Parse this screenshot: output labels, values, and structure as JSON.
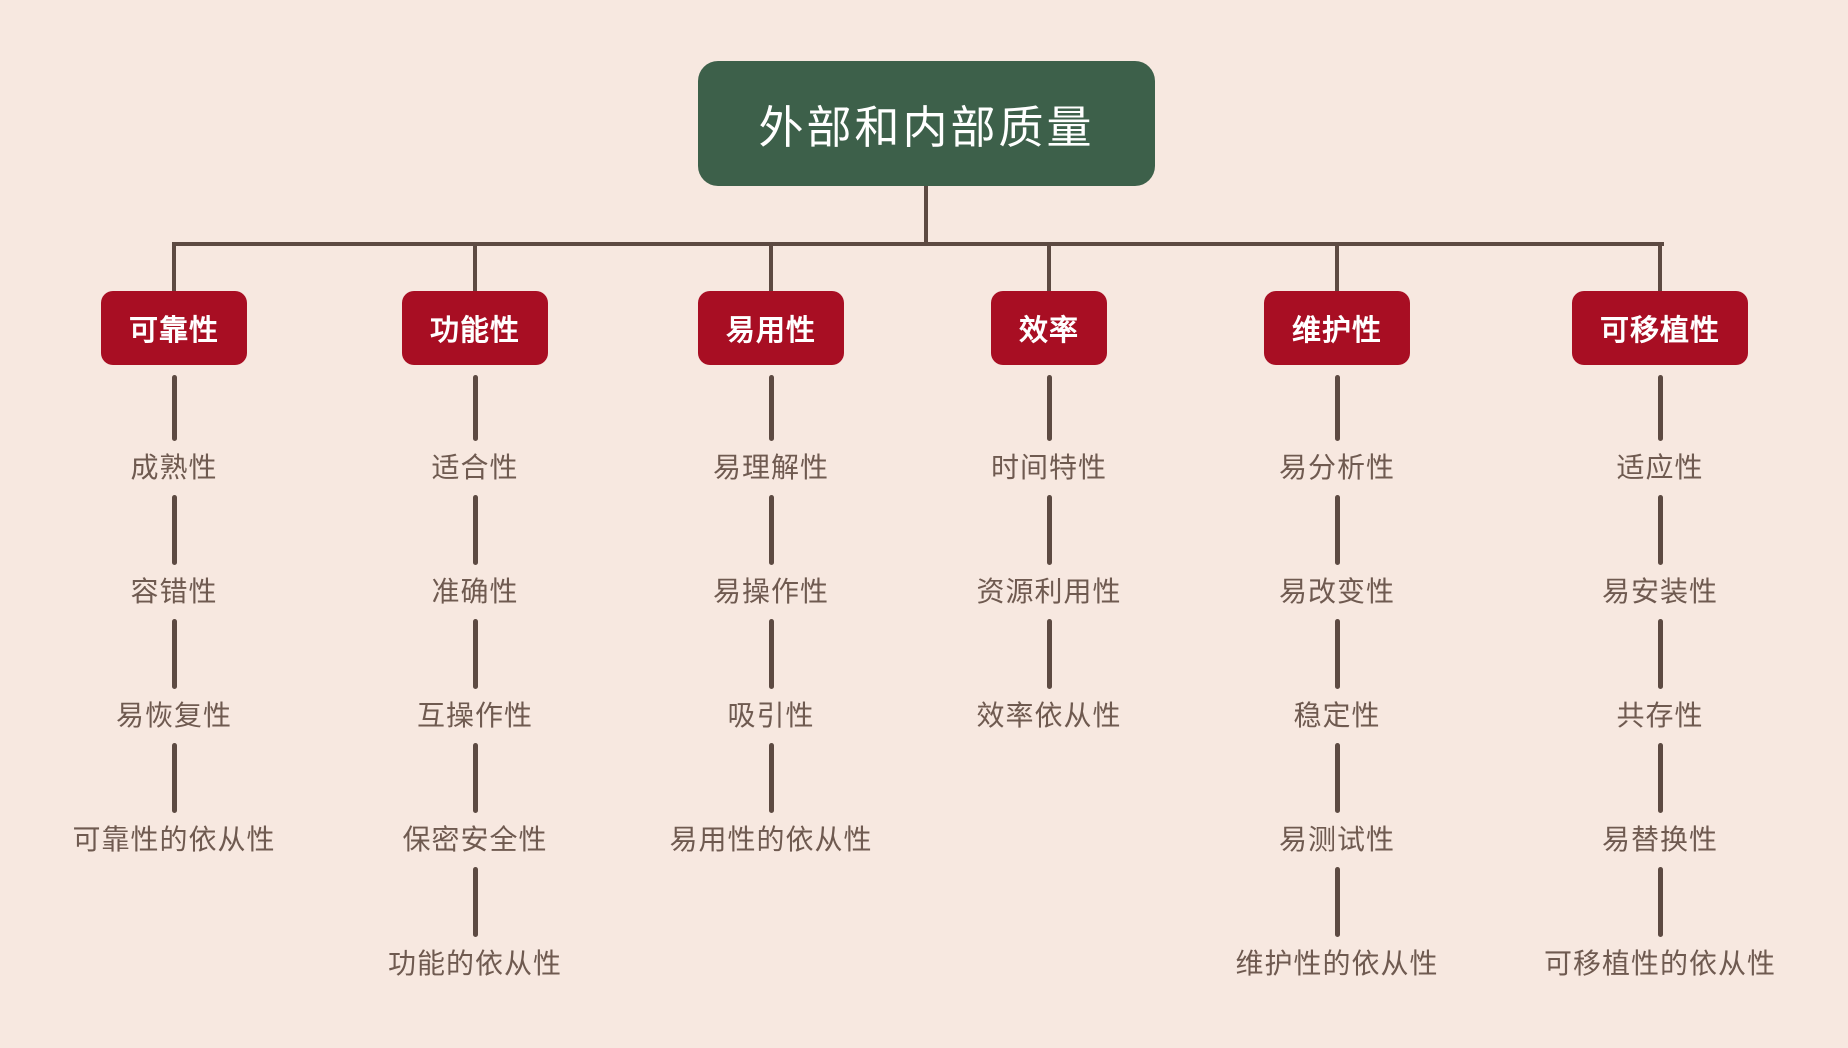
{
  "diagram": {
    "title": "外部和内部质量",
    "colors": {
      "background": "#f7e8e0",
      "root_fill": "#3d604a",
      "root_text": "#ffffff",
      "branch_fill": "#a80e23",
      "branch_text": "#ffffff",
      "line": "#5d4a42",
      "item_text": "#6f5a50"
    },
    "branches": [
      {
        "label": "可靠性",
        "children": [
          "成熟性",
          "容错性",
          "易恢复性",
          "可靠性的依从性"
        ]
      },
      {
        "label": "功能性",
        "children": [
          "适合性",
          "准确性",
          "互操作性",
          "保密安全性",
          "功能的依从性"
        ]
      },
      {
        "label": "易用性",
        "children": [
          "易理解性",
          "易操作性",
          "吸引性",
          "易用性的依从性"
        ]
      },
      {
        "label": "效率",
        "children": [
          "时间特性",
          "资源利用性",
          "效率依从性"
        ]
      },
      {
        "label": "维护性",
        "children": [
          "易分析性",
          "易改变性",
          "稳定性",
          "易测试性",
          "维护性的依从性"
        ]
      },
      {
        "label": "可移植性",
        "children": [
          "适应性",
          "易安装性",
          "共存性",
          "易替换性",
          "可移植性的依从性"
        ]
      }
    ]
  }
}
